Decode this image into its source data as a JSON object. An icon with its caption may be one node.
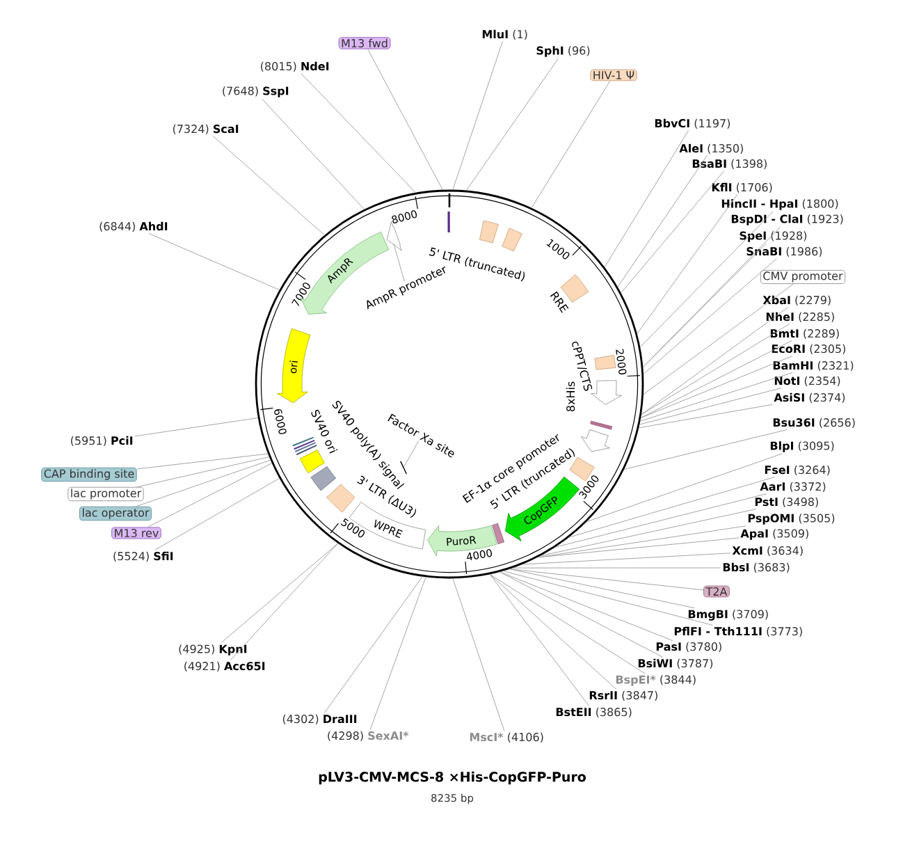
{
  "diagram": {
    "title": "pLV3-CMV-MCS-8 ×His-CopGFP-Puro",
    "caption": "8235 bp",
    "nodes": [
      {
        "text": [
          "M13 fwd"
        ]
      },
      {
        "text": [
          "MluI",
          "(1)"
        ]
      },
      {
        "text": [
          "SphI",
          "(96)"
        ]
      },
      {
        "text": [
          "(8015)",
          "NdeI"
        ]
      },
      {
        "text": [
          "HIV-1 Ψ"
        ]
      },
      {
        "text": [
          "(7648)",
          "SspI"
        ]
      },
      {
        "text": [
          "BbvCI",
          "(1197)"
        ]
      },
      {
        "text": [
          "(7324)",
          "ScaI"
        ]
      },
      {
        "text": [
          "AleI",
          "(1350)"
        ]
      },
      {
        "text": [
          "BsaBI",
          "(1398)"
        ]
      },
      {
        "text": [
          "KflI",
          "(1706)"
        ]
      },
      {
        "text": [
          "HincII - HpaI",
          "(1800)"
        ]
      },
      {
        "text": [
          "BspDI - ClaI",
          "(1923)"
        ]
      },
      {
        "text": [
          "(6844)",
          "AhdI"
        ]
      },
      {
        "text": [
          "SpeI",
          "(1928)"
        ]
      },
      {
        "text": [
          "SnaBI",
          "(1986)"
        ]
      },
      {
        "text": [
          "CMV promoter"
        ]
      },
      {
        "text": [
          "XbaI",
          "(2279)"
        ]
      },
      {
        "text": [
          "NheI",
          "(2285)"
        ]
      },
      {
        "text": [
          "BmtI",
          "(2289)"
        ]
      },
      {
        "text": [
          "EcoRI",
          "(2305)"
        ]
      },
      {
        "text": [
          "BamHI",
          "(2321)"
        ]
      },
      {
        "text": [
          "NotI",
          "(2354)"
        ]
      },
      {
        "text": [
          "AsiSI",
          "(2374)"
        ]
      },
      {
        "text": [
          "Bsu36I",
          "(2656)"
        ]
      },
      {
        "text": [
          "(5951)",
          "PciI"
        ]
      },
      {
        "text": [
          "BlpI",
          "(3095)"
        ]
      },
      {
        "text": [
          "FseI",
          "(3264)"
        ]
      },
      {
        "text": [
          "CAP binding site"
        ]
      },
      {
        "text": [
          "AarI",
          "(3372)"
        ]
      },
      {
        "text": [
          "lac promoter"
        ]
      },
      {
        "text": [
          "PstI",
          "(3498)"
        ]
      },
      {
        "text": [
          "lac operator"
        ]
      },
      {
        "text": [
          "PspOMI",
          "(3505)"
        ]
      },
      {
        "text": [
          "M13 rev"
        ]
      },
      {
        "text": [
          "ApaI",
          "(3509)"
        ]
      },
      {
        "text": [
          "XcmI",
          "(3634)"
        ]
      },
      {
        "text": [
          "(5524)",
          "SfiI"
        ]
      },
      {
        "text": [
          "BbsI",
          "(3683)"
        ]
      },
      {
        "text": [
          "T2A"
        ]
      },
      {
        "text": [
          "BmgBI",
          "(3709)"
        ]
      },
      {
        "text": [
          "PflFI - Tth111I",
          "(3773)"
        ]
      },
      {
        "text": [
          "PasI",
          "(3780)"
        ]
      },
      {
        "text": [
          "(4925)",
          "KpnI"
        ]
      },
      {
        "text": [
          "BsiWI",
          "(3787)"
        ]
      },
      {
        "text": [
          "(4921)",
          "Acc65I"
        ]
      },
      {
        "text": [
          "BspEI*",
          "(3844)"
        ]
      },
      {
        "text": [
          "RsrII",
          "(3847)"
        ]
      },
      {
        "text": [
          "BstEII",
          "(3865)"
        ]
      },
      {
        "text": [
          "(4302)",
          "DraIII"
        ]
      },
      {
        "text": [
          "(4298)",
          "SexAI*"
        ]
      },
      {
        "text": [
          "MscI*",
          "(4106)"
        ]
      },
      {
        "text": [
          "AmpR promoter"
        ],
        "in": 58
      },
      {
        "text": [
          "ori"
        ],
        "in": 58
      },
      {
        "text": [
          "Factor Xa site"
        ],
        "in": 58
      },
      {
        "text": [
          "CopGFP"
        ],
        "in": 58
      },
      {
        "text": [
          "PuroR"
        ],
        "in": 58
      },
      {
        "text": [
          "WPRE"
        ],
        "in": 58
      },
      {
        "text": [],
        "shape": "circle"
      },
      {
        "text": [],
        "shape": "arrow",
        "in": 58
      },
      {
        "text": [],
        "shape": "bar",
        "in": 58
      },
      {
        "text": [
          "AmpR"
        ],
        "in": 58
      }
    ],
    "edges": [
      {
        "from": 0,
        "to": 58,
        "arrow": "none"
      },
      {
        "from": 1,
        "to": 58,
        "arrow": "none"
      },
      {
        "from": 2,
        "to": 58,
        "arrow": "none"
      },
      {
        "from": 3,
        "to": 58,
        "arrow": "none"
      },
      {
        "from": 4,
        "to": 58,
        "arrow": "none"
      },
      {
        "from": 5,
        "to": 58,
        "arrow": "none"
      },
      {
        "from": 6,
        "to": 58,
        "arrow": "none"
      },
      {
        "from": 7,
        "to": 58,
        "arrow": "none"
      },
      {
        "from": 8,
        "to": 58,
        "arrow": "none"
      },
      {
        "from": 9,
        "to": 58,
        "arrow": "none"
      },
      {
        "from": 10,
        "to": 58,
        "arrow": "none"
      },
      {
        "from": 11,
        "to": 58,
        "arrow": "none"
      },
      {
        "from": 12,
        "to": 58,
        "arrow": "none"
      },
      {
        "from": 13,
        "to": 58,
        "arrow": "none"
      },
      {
        "from": 14,
        "to": 58,
        "arrow": "none"
      },
      {
        "from": 15,
        "to": 58,
        "arrow": "none"
      },
      {
        "from": 16,
        "to": 58,
        "arrow": "none"
      },
      {
        "from": 17,
        "to": 58,
        "arrow": "none"
      },
      {
        "from": 18,
        "to": 58,
        "arrow": "none"
      },
      {
        "from": 19,
        "to": 58,
        "arrow": "none"
      },
      {
        "from": 20,
        "to": 58,
        "arrow": "none"
      },
      {
        "from": 21,
        "to": 58,
        "arrow": "none"
      },
      {
        "from": 22,
        "to": 58,
        "arrow": "none"
      },
      {
        "from": 23,
        "to": 58,
        "arrow": "none"
      },
      {
        "from": 24,
        "to": 58,
        "arrow": "none"
      },
      {
        "from": 25,
        "to": 58,
        "arrow": "none"
      },
      {
        "from": 26,
        "to": 58,
        "arrow": "none"
      },
      {
        "from": 27,
        "to": 58,
        "arrow": "none"
      },
      {
        "from": 28,
        "to": 58,
        "arrow": "none"
      },
      {
        "from": 29,
        "to": 58,
        "arrow": "none"
      },
      {
        "from": 30,
        "to": 58,
        "arrow": "none"
      },
      {
        "from": 31,
        "to": 58,
        "arrow": "none"
      },
      {
        "from": 32,
        "to": 58,
        "arrow": "none"
      },
      {
        "from": 33,
        "to": 58,
        "arrow": "none"
      },
      {
        "from": 34,
        "to": 58,
        "arrow": "none"
      },
      {
        "from": 35,
        "to": 58,
        "arrow": "none"
      },
      {
        "from": 36,
        "to": 58,
        "arrow": "none"
      },
      {
        "from": 37,
        "to": 58,
        "arrow": "none"
      },
      {
        "from": 38,
        "to": 58,
        "arrow": "none"
      },
      {
        "from": 39,
        "to": 58,
        "arrow": "none"
      },
      {
        "from": 40,
        "to": 58,
        "arrow": "none"
      },
      {
        "from": 41,
        "to": 58,
        "arrow": "none"
      },
      {
        "from": 42,
        "to": 58,
        "arrow": "none"
      },
      {
        "from": 43,
        "to": 58,
        "arrow": "none"
      },
      {
        "from": 44,
        "to": 58,
        "arrow": "none"
      },
      {
        "from": 45,
        "to": 58,
        "arrow": "none"
      },
      {
        "from": 46,
        "to": 58,
        "arrow": "none"
      },
      {
        "from": 47,
        "to": 58,
        "arrow": "none"
      },
      {
        "from": 48,
        "to": 58,
        "arrow": "none"
      },
      {
        "from": 49,
        "to": 58,
        "arrow": "none"
      },
      {
        "from": 50,
        "to": 58,
        "arrow": "none"
      },
      {
        "from": 51,
        "to": 58,
        "arrow": "none"
      },
      {
        "from": 52,
        "to": 59,
        "arrow": "none"
      },
      {
        "from": 54,
        "to": 60,
        "arrow": "none"
      }
    ],
    "labels": [
      "1000",
      "2000",
      "3000",
      "4000",
      "5000",
      "6000",
      "7000",
      "8000",
      "5' LTR (truncated)",
      "RRE",
      "cPPT/CTS",
      "8xHis",
      "EF-1α core promoter",
      "5' LTR (truncated)",
      "SV40 poly(A) signal",
      "SV40 ori",
      "3' LTR (ΔU3)"
    ]
  }
}
